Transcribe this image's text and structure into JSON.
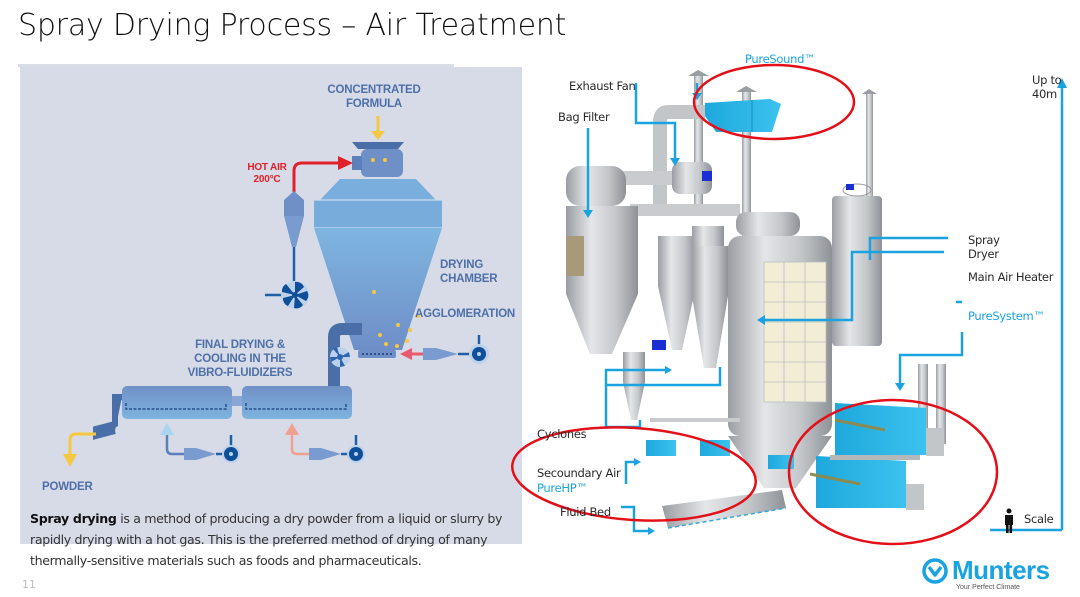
{
  "slide": {
    "title": "Spray Drying Process – Air Treatment",
    "page_number": "11"
  },
  "process_diagram": {
    "labels": {
      "concentrated_formula_1": "CONCENTRATED",
      "concentrated_formula_2": "FORMULA",
      "hot_air_1": "HOT AIR",
      "hot_air_2": "200°C",
      "drying_chamber_1": "DRYING",
      "drying_chamber_2": "CHAMBER",
      "agglomeration": "AGGLOMERATION",
      "final_drying_1": "FINAL DRYING &",
      "final_drying_2": "COOLING IN THE",
      "final_drying_3": "VIBRO-FLUIDIZERS",
      "powder": "POWDER"
    },
    "colors": {
      "panel_bg": "#d7dbe7",
      "equipment": "#6f94c9",
      "dark_blue": "#1f5fa8",
      "hot_air_red": "#e0202a",
      "formula_yellow": "#f5c842",
      "label_blue": "#4e70a8"
    }
  },
  "description": {
    "term": "Spray drying",
    "text_1": " is a method of producing a dry powder from a liquid or slurry by",
    "text_2": "rapidly drying with a hot gas. This is the preferred method of drying of many",
    "text_3": "thermally-sensitive materials such as foods and pharmaceuticals."
  },
  "plant_diagram": {
    "callouts": {
      "puresound": "PureSound™",
      "exhaust_fan": "Exhaust Fan",
      "bag_filter": "Bag Filter",
      "spray_dryer_1": "Spray",
      "spray_dryer_2": "Dryer",
      "main_air_heater": "Main Air Heater",
      "puresystem": "PureSystem™",
      "cyclones": "Cyclones",
      "secondary_air": "Secoundary Air",
      "purehp": "PureHP™",
      "fluid_bed": "Fluid Bed",
      "height_1": "Up to",
      "height_2": "40m",
      "scale": "Scale"
    },
    "colors": {
      "callout_blue": "#1aa3e0",
      "highlight_red": "#e3101a",
      "unit_cyan": "#2cb8e8",
      "steel_grey": "#c8cacd"
    }
  },
  "brand": {
    "name": "Munters",
    "tagline": "Your Perfect Climate",
    "color": "#19a3e1"
  }
}
